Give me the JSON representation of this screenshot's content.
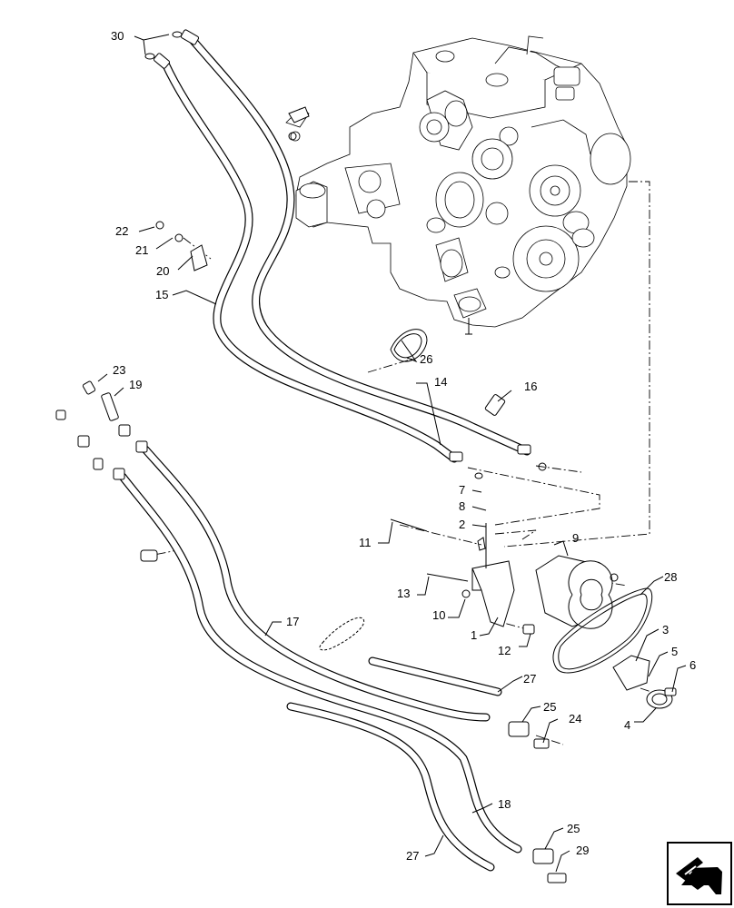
{
  "callouts": [
    {
      "id": "c30",
      "text": "30"
    },
    {
      "id": "c22",
      "text": "22"
    },
    {
      "id": "c21",
      "text": "21"
    },
    {
      "id": "c20",
      "text": "20"
    },
    {
      "id": "c15",
      "text": "15"
    },
    {
      "id": "c26",
      "text": "26"
    },
    {
      "id": "c14",
      "text": "14"
    },
    {
      "id": "c23",
      "text": "23"
    },
    {
      "id": "c19",
      "text": "19"
    },
    {
      "id": "c16",
      "text": "16"
    },
    {
      "id": "c7",
      "text": "7"
    },
    {
      "id": "c8",
      "text": "8"
    },
    {
      "id": "c2",
      "text": "2"
    },
    {
      "id": "c11",
      "text": "11"
    },
    {
      "id": "c9",
      "text": "9"
    },
    {
      "id": "c13",
      "text": "13"
    },
    {
      "id": "c10",
      "text": "10"
    },
    {
      "id": "c1",
      "text": "1"
    },
    {
      "id": "c12",
      "text": "12"
    },
    {
      "id": "c28",
      "text": "28"
    },
    {
      "id": "c17",
      "text": "17"
    },
    {
      "id": "c3",
      "text": "3"
    },
    {
      "id": "c5",
      "text": "5"
    },
    {
      "id": "c6",
      "text": "6"
    },
    {
      "id": "c4",
      "text": "4"
    },
    {
      "id": "c27a",
      "text": "27"
    },
    {
      "id": "c25a",
      "text": "25"
    },
    {
      "id": "c24",
      "text": "24"
    },
    {
      "id": "c18",
      "text": "18"
    },
    {
      "id": "c25b",
      "text": "25"
    },
    {
      "id": "c29",
      "text": "29"
    },
    {
      "id": "c27b",
      "text": "27"
    }
  ],
  "nav_icon": "arrow-icon"
}
